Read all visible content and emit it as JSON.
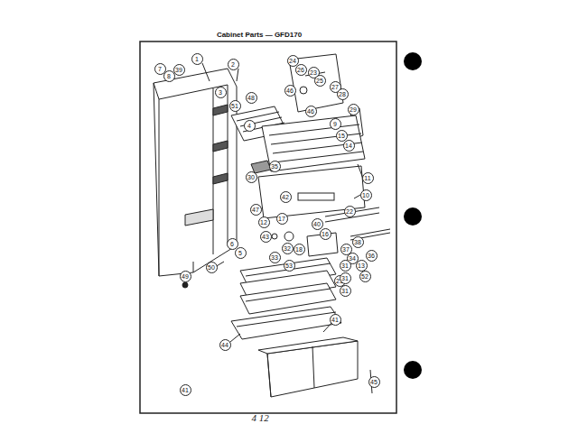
{
  "diagram": {
    "title": "Cabinet Parts — GFD170",
    "labels": [
      "1",
      "2",
      "3",
      "7",
      "8",
      "39",
      "48",
      "4",
      "51",
      "24",
      "26",
      "23",
      "25",
      "27",
      "28",
      "46",
      "46",
      "9",
      "29",
      "15",
      "14",
      "30",
      "35",
      "11",
      "10",
      "42",
      "47",
      "22",
      "12",
      "17",
      "40",
      "43",
      "32",
      "16",
      "6",
      "5",
      "33",
      "18",
      "37",
      "38",
      "36",
      "34",
      "13",
      "21",
      "52",
      "53",
      "50",
      "49",
      "31",
      "31",
      "31",
      "44",
      "41",
      "45",
      "41",
      "4 12"
    ]
  }
}
